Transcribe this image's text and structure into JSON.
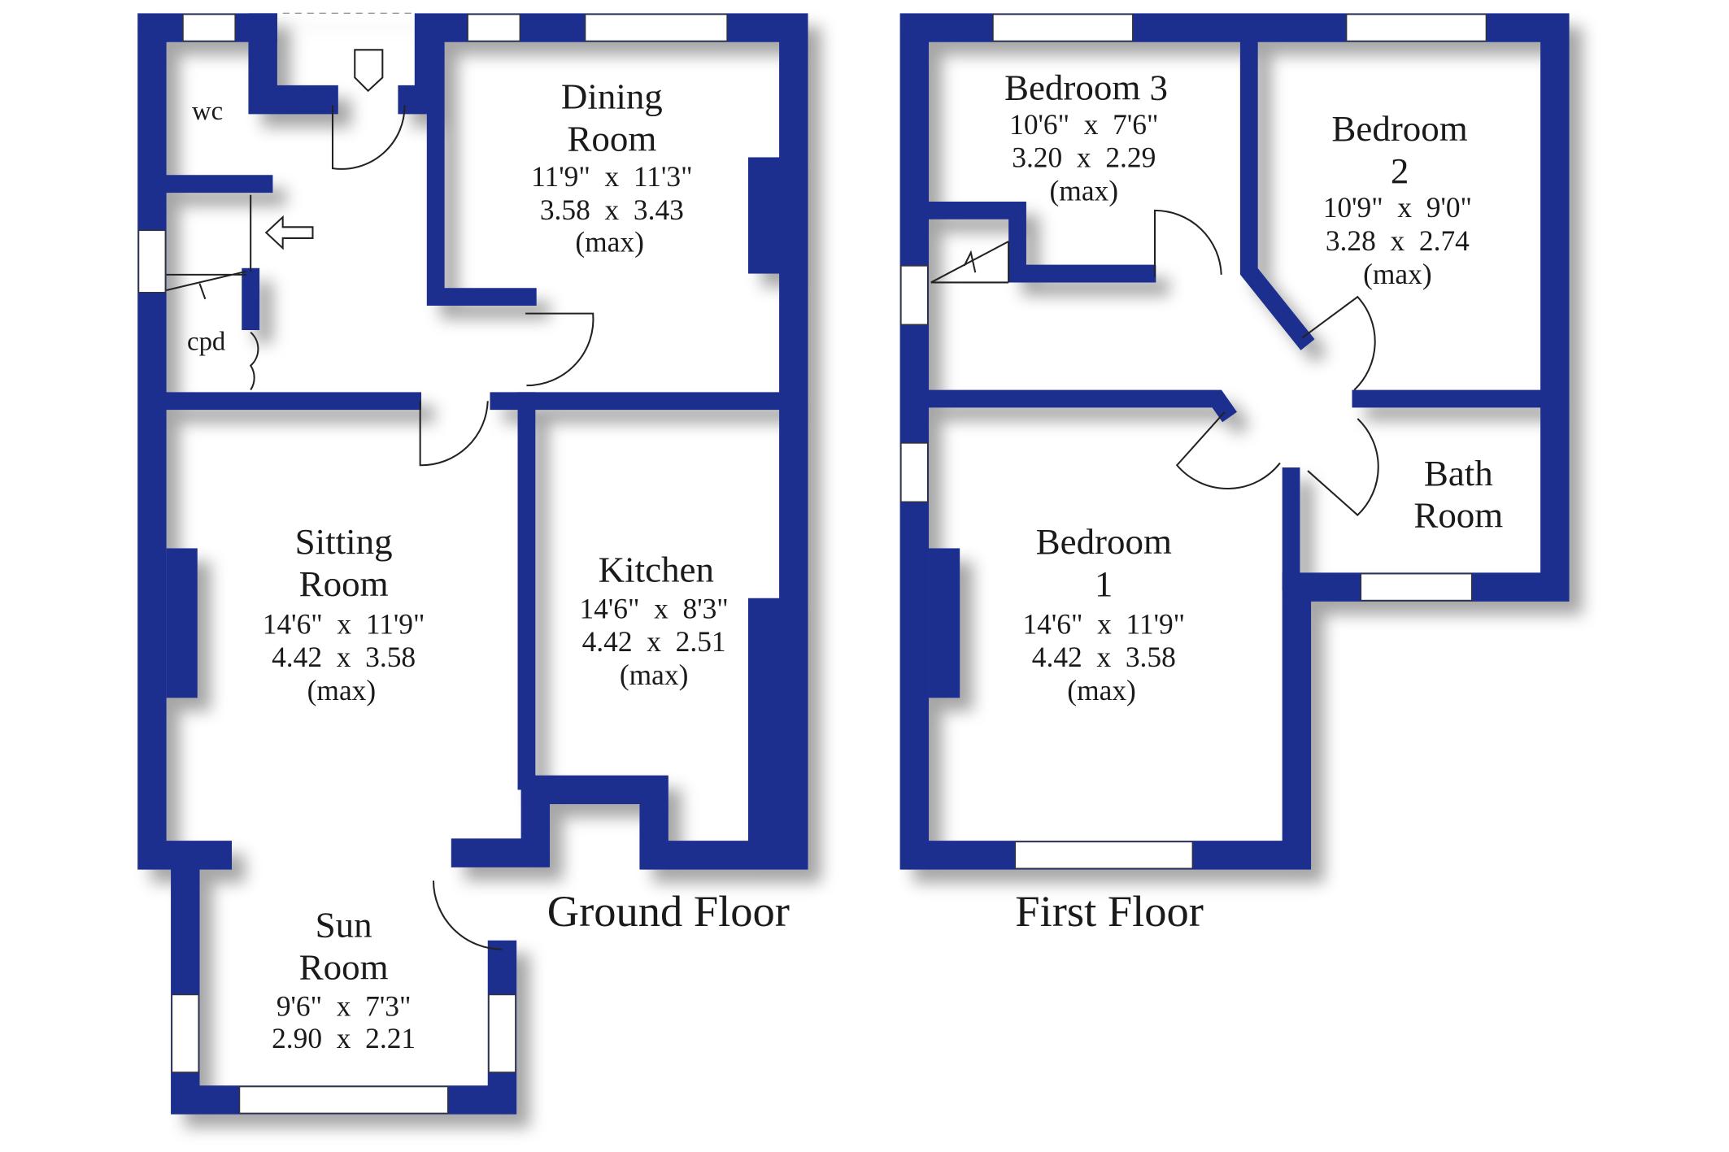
{
  "colors": {
    "wall": "#1f2f8e",
    "background": "#ffffff"
  },
  "ground_floor": {
    "title": "Ground Floor",
    "rooms": [
      {
        "id": "dining",
        "name": [
          "Dining",
          "Room"
        ],
        "imperial": "11'9\"  x  11'3\"",
        "metric": "3.58  x  3.43",
        "note": "(max)"
      },
      {
        "id": "sitting",
        "name": [
          "Sitting",
          "Room"
        ],
        "imperial": "14'6\"  x  11'9\"",
        "metric": "4.42  x  3.58",
        "note": "(max)"
      },
      {
        "id": "kitchen",
        "name": [
          "Kitchen"
        ],
        "imperial": "14'6\"  x  8'3\"",
        "metric": "4.42  x  2.51",
        "note": "(max)"
      },
      {
        "id": "sun",
        "name": [
          "Sun",
          "Room"
        ],
        "imperial": "9'6\"  x  7'3\"",
        "metric": "2.90  x  2.21"
      }
    ],
    "small_labels": {
      "wc": "wc",
      "cpd": "cpd"
    }
  },
  "first_floor": {
    "title": "First Floor",
    "rooms": [
      {
        "id": "bed3",
        "name": [
          "Bedroom 3"
        ],
        "imperial": "10'6\"  x  7'6\"",
        "metric": "3.20  x  2.29",
        "note": "(max)"
      },
      {
        "id": "bed2",
        "name": [
          "Bedroom",
          "2"
        ],
        "imperial": "10'9\"  x  9'0\"",
        "metric": "3.28  x  2.74",
        "note": "(max)"
      },
      {
        "id": "bath",
        "name": [
          "Bath",
          "Room"
        ]
      },
      {
        "id": "bed1",
        "name": [
          "Bedroom",
          "1"
        ],
        "imperial": "14'6\"  x  11'9\"",
        "metric": "4.42  x  3.58",
        "note": "(max)"
      }
    ]
  }
}
